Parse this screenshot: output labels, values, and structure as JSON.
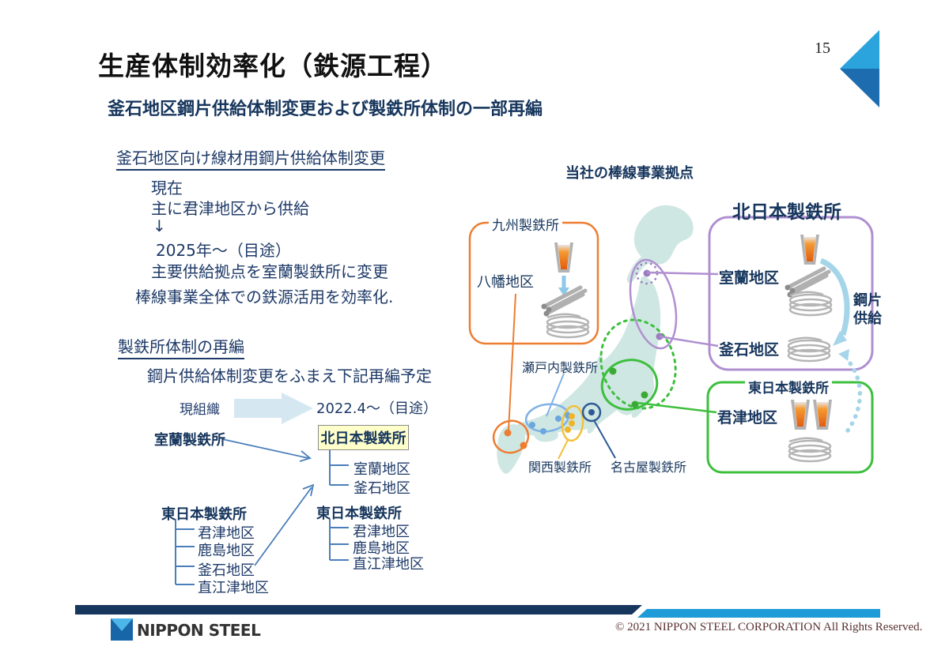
{
  "page": {
    "number": "15"
  },
  "header": {
    "title": "生産体制効率化（鉄源工程）",
    "subtitle": "釜石地区鋼片供給体制変更および製鉄所体制の一部再編"
  },
  "left": {
    "section1": {
      "heading": "釜石地区向け線材用鋼片供給体制変更",
      "line1": "現在",
      "line2": "主に君津地区から供給",
      "arrow": "↓",
      "line3": "2025年～（目途）",
      "line4": "主要供給拠点を室蘭製鉄所に変更",
      "line5": "棒線事業全体での鉄源活用を効率化."
    },
    "section2": {
      "heading": "製鉄所体制の再編",
      "line1": "鋼片供給体制変更をふまえ下記再編予定",
      "current_label": "現組織",
      "future_label": "2022.4～（目途）",
      "org_current": {
        "muroran": "室蘭製鉄所",
        "east": "東日本製鉄所",
        "east_children": [
          "君津地区",
          "鹿島地区",
          "釜石地区",
          "直江津地区"
        ]
      },
      "org_future": {
        "north": "北日本製鉄所",
        "north_children": [
          "室蘭地区",
          "釜石地区"
        ],
        "east": "東日本製鉄所",
        "east_children": [
          "君津地区",
          "鹿島地区",
          "直江津地区"
        ]
      }
    }
  },
  "map": {
    "title": "当社の棒線事業拠点",
    "kyushu_box": {
      "title": "九州製鉄所",
      "district": "八幡地区"
    },
    "north_box": {
      "title": "北日本製鉄所",
      "district1": "室蘭地区",
      "district2": "釜石地区",
      "supply_line1": "鋼片",
      "supply_line2": "供給"
    },
    "east_box": {
      "title": "東日本製鉄所",
      "district": "君津地区"
    },
    "labels": {
      "setouchi": "瀬戸内製鉄所",
      "kansai": "関西製鉄所",
      "nagoya": "名古屋製鉄所"
    }
  },
  "footer": {
    "logo_text": "NIPPON STEEL",
    "copyright": "© 2021 NIPPON STEEL CORPORATION All Rights Reserved."
  },
  "colors": {
    "navy_text": "#17365d",
    "body_text": "#1e3a68",
    "orange": "#ED7D31",
    "purple": "#b08fd0",
    "green": "#3dbf3d",
    "light_blue": "#7fb2e5",
    "gold": "#f3c13d",
    "dark_blue": "#2f5a96",
    "map_land": "#cfe7e2",
    "supply_arrow": "#a5d5e8",
    "tree_blue": "#4a7ebb",
    "big_arrow": "#d5e8f2",
    "footer_dark_bar": "#17365d",
    "footer_light_bar": "#1f9bd7",
    "corner_triangle_top": "#2ba3dc",
    "corner_triangle_bottom": "#1e6cb0",
    "highlight_box_fill": "#ffffca"
  }
}
